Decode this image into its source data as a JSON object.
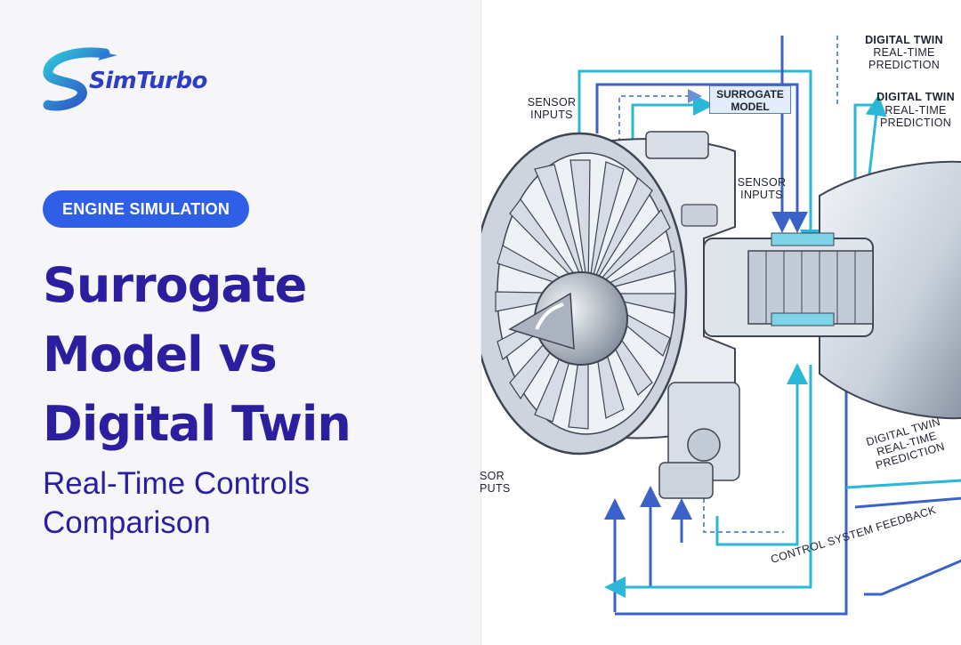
{
  "brand": {
    "name": "SimTurbo"
  },
  "badge": {
    "label": "ENGINE SIMULATION"
  },
  "headline": {
    "line1": "Surrogate",
    "line2": "Model vs",
    "line3": "Digital Twin"
  },
  "subtitle": {
    "line1": "Real-Time Controls",
    "line2": "Comparison"
  },
  "diagram": {
    "sensor_inputs_top_left": "SENSOR\nINPUTS",
    "surrogate_model": "SURROGATE\nMODEL",
    "digital_twin_top": "DIGITAL TWIN",
    "prediction_top": "REAL-TIME\nPREDICTION",
    "digital_twin_mid": "DIGITAL TWIN",
    "prediction_mid": "REAL-TIME\nPREDICTION",
    "sensor_inputs_center": "SENSOR\nINPUTS",
    "sensor_inputs_cut": "SOR\nPUTS",
    "digital_twin_lower": "DIGITAL TWIN\nREAL-TIME\nPREDICTION",
    "control_feedback": "CONTROL SYSTEM FEEDBACK"
  },
  "colors": {
    "headline": "#2b1fa0",
    "badge": "#2f5fe6",
    "flow_cyan": "#2bb8d6",
    "flow_blue": "#3a62c9"
  }
}
